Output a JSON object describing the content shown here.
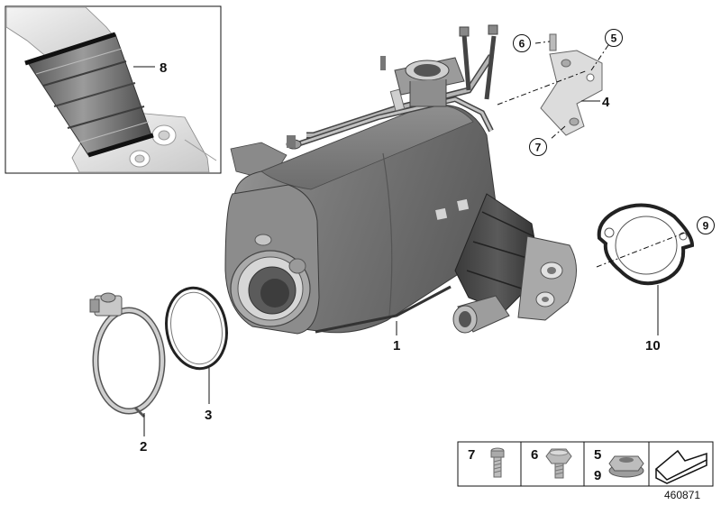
{
  "diagram": {
    "reference_number": "460871",
    "callouts": {
      "c1": "1",
      "c2": "2",
      "c3": "3",
      "c4": "4",
      "c5": "5",
      "c6": "6",
      "c7": "7",
      "c8": "8",
      "c9": "9",
      "c10": "10"
    },
    "legend": {
      "bolt": "7",
      "hex_bolt": "6",
      "nut_top": "5",
      "nut_bottom": "9"
    },
    "icons": [
      "bolt-icon",
      "hex-bolt-icon",
      "flange-nut-icon",
      "direction-arrow-icon"
    ]
  }
}
